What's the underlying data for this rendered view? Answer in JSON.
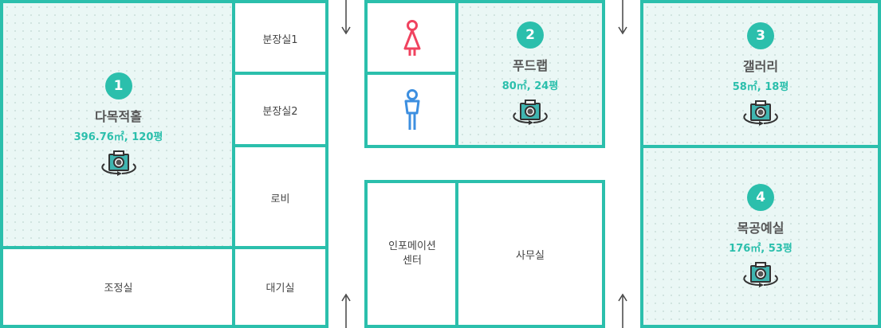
{
  "colors": {
    "accent": "#2bbfac",
    "highlight": "#eaf7f5",
    "female": "#f0435f",
    "male": "#3d8fe0"
  },
  "rooms": {
    "main_hall": {
      "number": "1",
      "name": "다목적홀",
      "area": "396.76㎡, 120평"
    },
    "dressing1": {
      "name": "분장실1"
    },
    "dressing2": {
      "name": "분장실2"
    },
    "lobby": {
      "name": "로비"
    },
    "control": {
      "name": "조정실"
    },
    "waiting": {
      "name": "대기실"
    },
    "foodlab": {
      "number": "2",
      "name": "푸드랩",
      "area": "80㎡, 24평"
    },
    "info": {
      "name": "인포메이션\n센터"
    },
    "office": {
      "name": "사무실"
    },
    "gallery": {
      "number": "3",
      "name": "갤러리",
      "area": "58㎡, 18평"
    },
    "woodshop": {
      "number": "4",
      "name": "목공예실",
      "area": "176㎡, 53평"
    }
  },
  "icons": [
    "female-restroom-icon",
    "male-restroom-icon",
    "camera-360-icon",
    "arrow-down-icon",
    "arrow-up-icon"
  ]
}
